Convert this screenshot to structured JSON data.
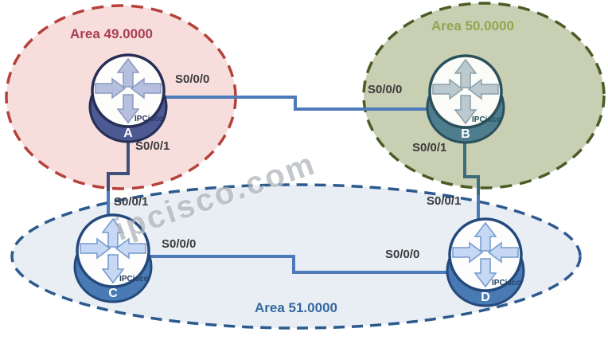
{
  "page": {
    "background": "#ffffff",
    "watermark": "ipcisco.com"
  },
  "diagram": {
    "type": "network-topology",
    "areas": [
      {
        "name": "Area 49.0000",
        "fill": "#f7dedc",
        "border": "#b5413b",
        "label_color": "#a93f51",
        "routers": [
          "A"
        ]
      },
      {
        "name": "Area 50.0000",
        "fill": "#c9cfb3",
        "border": "#4b5c25",
        "label_color": "#8fa751",
        "routers": [
          "B"
        ]
      },
      {
        "name": "Area 51.0000",
        "fill": "#e8edf4",
        "border": "#2d5a8e",
        "label_color": "#35689f",
        "routers": [
          "C",
          "D"
        ]
      }
    ],
    "routers": [
      {
        "name": "A",
        "logo": "IPCisco",
        "base_color": "#4d5992",
        "border_color": "#272e56"
      },
      {
        "name": "B",
        "logo": "IPCisco",
        "base_color": "#4e7e8e",
        "border_color": "#2a505c"
      },
      {
        "name": "C",
        "logo": "IPCisco",
        "base_color": "#4a7ab3",
        "border_color": "#24497c"
      },
      {
        "name": "D",
        "logo": "IPCisco",
        "base_color": "#4a7ab3",
        "border_color": "#24497c"
      }
    ],
    "links": [
      {
        "a_router": "A",
        "a_interface": "S0/0/0",
        "b_router": "B",
        "b_interface": "S0/0/0"
      },
      {
        "a_router": "A",
        "a_interface": "S0/0/1",
        "b_router": "C",
        "b_interface": "S0/0/1"
      },
      {
        "a_router": "B",
        "a_interface": "S0/0/1",
        "b_router": "D",
        "b_interface": "S0/0/1"
      },
      {
        "a_router": "C",
        "a_interface": "S0/0/0",
        "b_router": "D",
        "b_interface": "S0/0/0"
      }
    ],
    "link_color": "#4d7ab8"
  }
}
